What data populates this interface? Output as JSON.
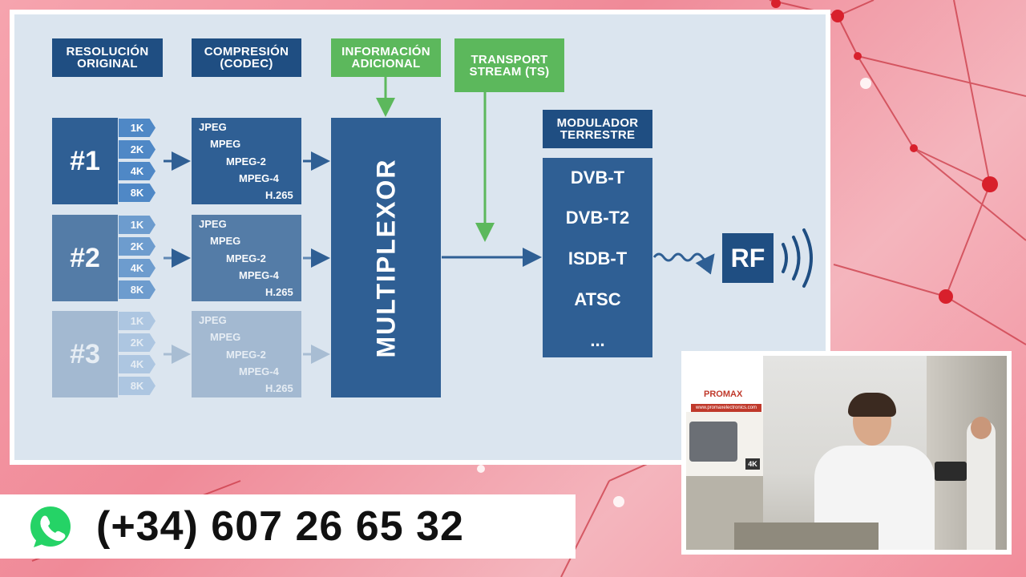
{
  "headers": {
    "resolucion": "RESOLUCIÓN ORIGINAL",
    "compresion": "COMPRESIÓN (CODEC)",
    "informacion": "INFORMACIÓN ADICIONAL",
    "transport": "TRANSPORT STREAM (TS)",
    "modulador": "MODULADOR TERRESTRE"
  },
  "sources": [
    {
      "label": "#1",
      "resolutions": [
        "1K",
        "2K",
        "4K",
        "8K"
      ],
      "codecs": [
        "JPEG",
        "MPEG",
        "MPEG-2",
        "MPEG-4",
        "H.265"
      ]
    },
    {
      "label": "#2",
      "resolutions": [
        "1K",
        "2K",
        "4K",
        "8K"
      ],
      "codecs": [
        "JPEG",
        "MPEG",
        "MPEG-2",
        "MPEG-4",
        "H.265"
      ]
    },
    {
      "label": "#3",
      "resolutions": [
        "1K",
        "2K",
        "4K",
        "8K"
      ],
      "codecs": [
        "JPEG",
        "MPEG",
        "MPEG-2",
        "MPEG-4",
        "H.265"
      ]
    }
  ],
  "multiplexor": "MULTIPLEXOR",
  "modulation_standards": [
    "DVB-T",
    "DVB-T2",
    "ISDB-T",
    "ATSC",
    "..."
  ],
  "rf_label": "RF",
  "contact": {
    "phone": "(+34) 607 26 65 32",
    "icon": "whatsapp-icon"
  },
  "video": {
    "brand": "PROMAX",
    "website": "www.promaxelectronics.com",
    "badge": "4K"
  },
  "colors": {
    "dark_blue": "#1f4e82",
    "box_blue": "#2f5f94",
    "tag_blue": "#4f88c6",
    "green": "#5cb85c",
    "panel": "#dbe5ef"
  }
}
